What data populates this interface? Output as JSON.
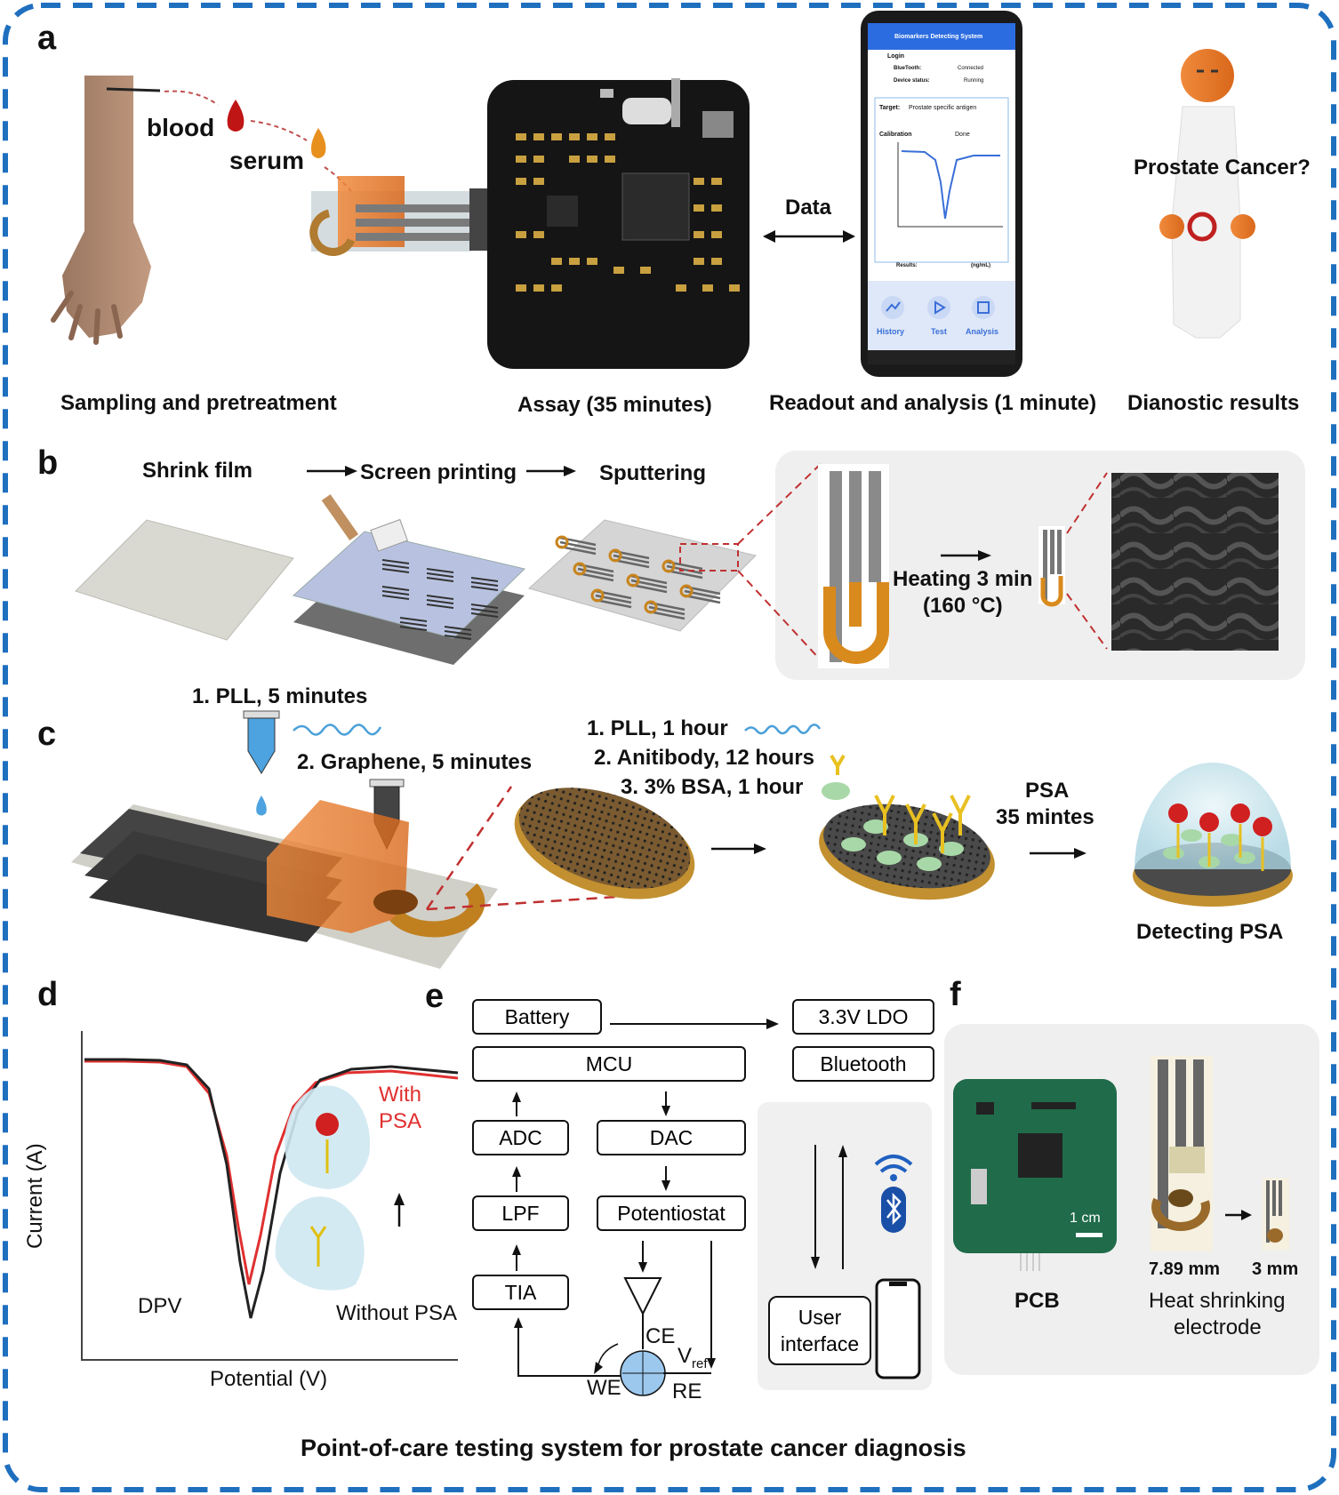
{
  "title": "Point-of-care testing system for prostate cancer diagnosis",
  "panel_letters": [
    "a",
    "b",
    "c",
    "d",
    "e",
    "f"
  ],
  "panel_a": {
    "blood": "blood",
    "serum": "serum",
    "data": "Data",
    "prostate_cancer": "Prostate Cancer?",
    "captions": [
      "Sampling and pretreatment",
      "Assay (35 minutes)",
      "Readout and analysis (1 minute)",
      "Dianostic results"
    ],
    "phone": {
      "header": "Biomarkers Detecting System",
      "login": "Login",
      "bluetooth_label": "BlueTooth:",
      "bluetooth_value": "Connected",
      "device_label": "Device status:",
      "device_value": "Running",
      "target_label": "Target:",
      "target_value": "Prostate specific antigen",
      "calibration_label": "Calibration",
      "calibration_value": "Done",
      "results_label": "Results:",
      "results_unit": "(ng/mL)",
      "nav": [
        "History",
        "Test",
        "Analysis"
      ]
    }
  },
  "panel_b": {
    "steps": [
      "Shrink film",
      "Screen printing",
      "Sputtering"
    ],
    "heating": "Heating 3 min",
    "temperature": "(160 °C)"
  },
  "panel_c": {
    "step1": "1. PLL, 5 minutes",
    "step2": "2. Graphene, 5 minutes",
    "mod1": "1. PLL, 1 hour",
    "mod2": "2. Anitibody, 12 hours",
    "mod3": "3. 3% BSA, 1 hour",
    "psa": "PSA",
    "psa_time": "35 mintes",
    "detecting": "Detecting PSA"
  },
  "panel_d": {
    "ylabel": "Current (A)",
    "xlabel": "Potential (V)",
    "method": "DPV",
    "with_label_1": "With",
    "with_label_2": "PSA",
    "without_label": "Without PSA",
    "colors": {
      "with_psa": "#e03030",
      "without_psa": "#222222"
    }
  },
  "panel_e": {
    "battery": "Battery",
    "ldo": "3.3V LDO",
    "mcu": "MCU",
    "bluetooth": "Bluetooth",
    "adc": "ADC",
    "dac": "DAC",
    "lpf": "LPF",
    "potentiostat": "Potentiostat",
    "tia": "TIA",
    "ce": "CE",
    "vref": "V",
    "vref_sub": "ref",
    "we": "WE",
    "re": "RE",
    "user_interface_1": "User",
    "user_interface_2": "interface"
  },
  "panel_f": {
    "scale_bar": "1 cm",
    "pcb": "PCB",
    "size_large": "7.89 mm",
    "size_small": "3 mm",
    "electrode_1": "Heat shrinking",
    "electrode_2": "electrode"
  },
  "colors": {
    "frame_dash": "#1f6fbf",
    "accent_orange": "#e8852a",
    "pcb_black": "#151515",
    "pcb_green": "#1f6b4a"
  }
}
